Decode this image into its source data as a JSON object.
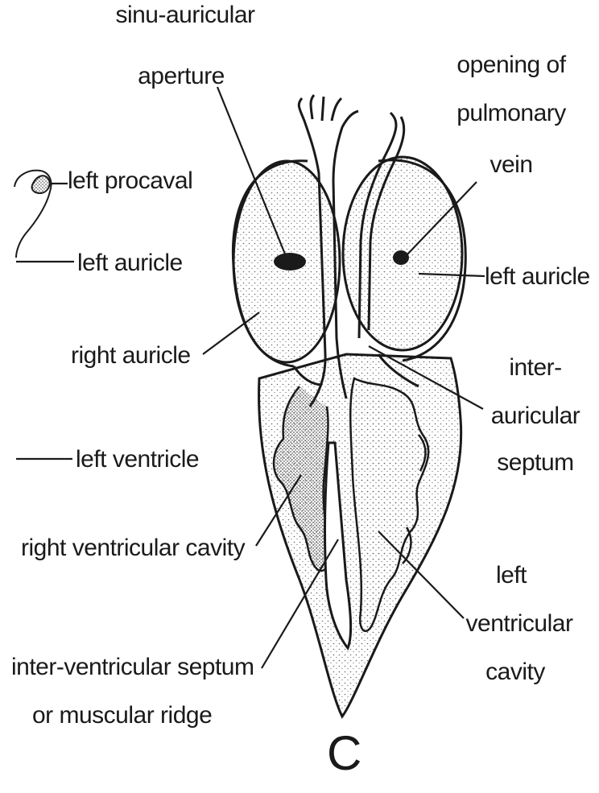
{
  "diagram": {
    "figure_letter": "C",
    "labels": {
      "sinu_auricular_1": "sinu-auricular",
      "sinu_auricular_2": "aperture",
      "pulmonary_1": "opening of",
      "pulmonary_2": "pulmonary",
      "pulmonary_3": "vein",
      "left_procaval": "left procaval",
      "left_auricle_key": "left auricle",
      "left_auricle": "left auricle",
      "right_auricle": "right auricle",
      "interauricular_1": "inter-",
      "interauricular_2": "auricular",
      "interauricular_3": "septum",
      "left_ventricle_key": "left ventricle",
      "right_ventricular_cavity": "right ventricular cavity",
      "left_ventricular_1": "left",
      "left_ventricular_2": "ventricular",
      "left_ventricular_3": "cavity",
      "interventricular_1": "inter-ventricular septum",
      "interventricular_2": "or muscular ridge"
    },
    "colors": {
      "ink": "#1a1a1a",
      "stipple": "#6a6a6a",
      "background": "#ffffff"
    }
  }
}
